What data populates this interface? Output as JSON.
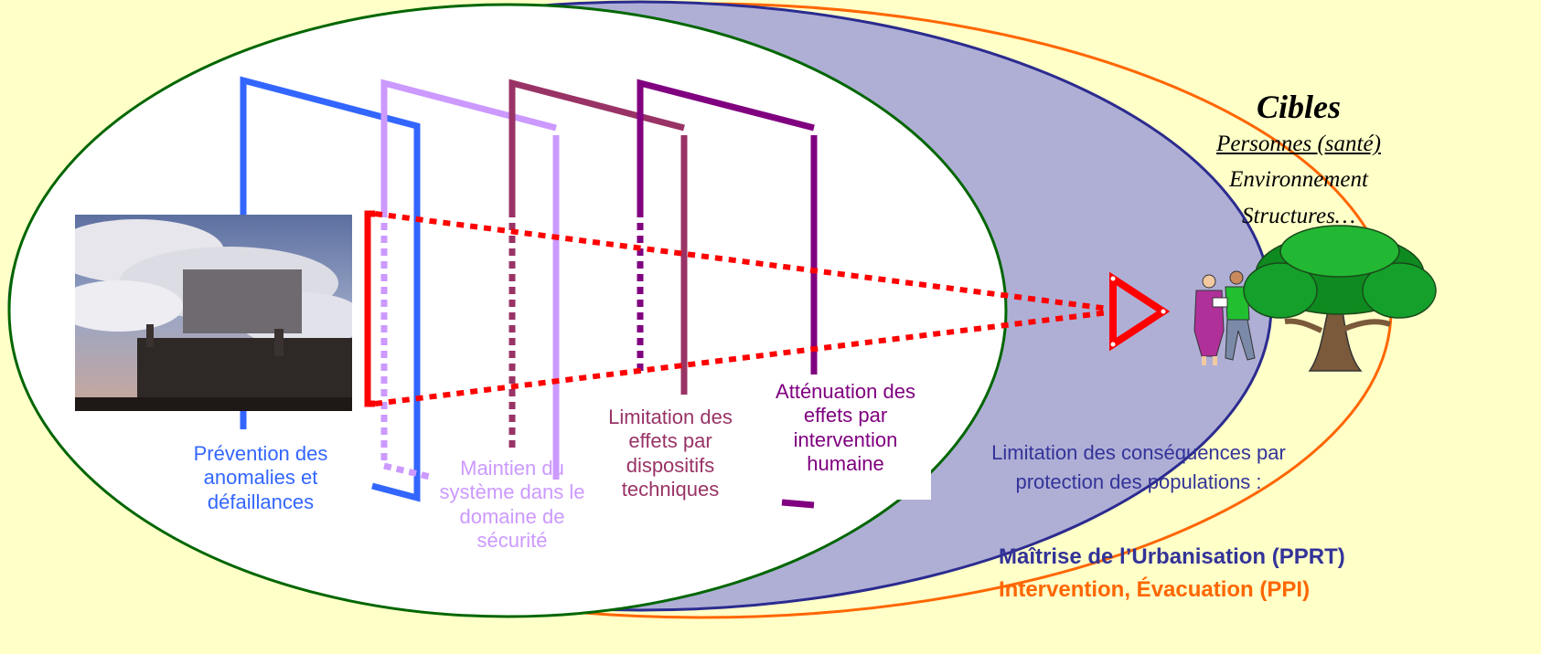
{
  "colors": {
    "background": "#FFFFC8",
    "barrier_prevention": "#3366FF",
    "barrier_maintien": "#CC99FF",
    "barrier_limitation": "#993366",
    "barrier_attenuation": "#800080",
    "source_bracket": "#FF0000",
    "inner_ellipse": "#006600",
    "outer_ellipse": "#FF6600",
    "shaded_band": "#AFAFD6",
    "consequences_text": "#333399",
    "intervention_text": "#FF6600"
  },
  "barriers": {
    "prevention": "Prévention des anomalies et défaillances",
    "maintien": "Maintien du système dans le domaine de sécurité",
    "limitation": "Limitation des effets par dispositifs techniques",
    "attenuation": "Atténuation des effets par intervention humaine"
  },
  "targets": {
    "title": "Cibles",
    "items": [
      "Personnes (santé)",
      "Environnement",
      "Structures…"
    ]
  },
  "consequences": {
    "text": "Limitation des conséquences par protection des populations :",
    "urbanisation": "Maîtrise de l’Urbanisation (PPRT)",
    "intervention": "Intervention, Évacuation (PPI)"
  },
  "icons": {
    "source": "industrial-plant-photo",
    "people": "people-icon",
    "tree": "tree-icon",
    "target_marker": "target-triangle-icon"
  }
}
